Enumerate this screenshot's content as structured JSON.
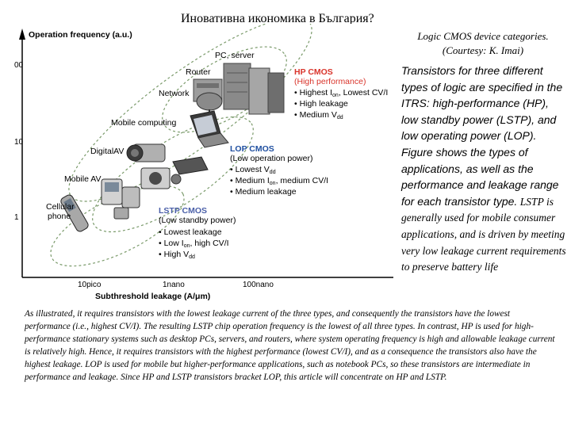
{
  "slide": {
    "title": "Иновативна икономика в България?"
  },
  "caption": {
    "line1": "Logic CMOS device categories.",
    "line2": "(Courtesy: K. Imai)"
  },
  "right_text": {
    "sans_part": "Transistors for three different types of logic are specified in the ITRS: high-performance (HP), low standby power (LSTP), and low operating power (LOP). Figure shows the types of applications, as well as the performance and leakage range for each transistor type.",
    "serif_part": "LSTP is generally used for mobile consumer applications, and is driven by meeting very low leakage current requirements to preserve battery life"
  },
  "bottom_text": "As illustrated, it requires transistors with the lowest leakage current of the three types, and consequently the transistors have the lowest performance (i.e., highest CV/I). The resulting LSTP chip operation frequency is the lowest of all three types. In contrast, HP is used for high-performance stationary systems such as desktop PCs, servers, and routers, where system operating frequency is high and allowable leakage current is relatively high. Hence, it requires transistors with the highest performance (lowest CV/I), and as a consequence the transistors also have the highest leakage. LOP is used for mobile but higher-performance applications, such as notebook PCs, so these transistors are intermediate in performance and leakage. Since HP and LSTP transistors bracket LOP, this article will concentrate on HP and LSTP.",
  "figure": {
    "y_axis_label": "Operation frequency (a.u.)",
    "x_axis_label": "Subthreshold leakage (A/μm)",
    "y_ticks": [
      "00",
      "10",
      "1"
    ],
    "x_ticks": [
      "10pico",
      "1nano",
      "100nano"
    ],
    "apps": [
      "PC, server",
      "Router",
      "Network",
      "Mobile computing",
      "DigitalAV",
      "Mobile AV",
      "Cellular",
      "phone"
    ],
    "hp": {
      "title": "HP CMOS",
      "subtitle": "(High performance)",
      "bullets": [
        "• Highest I",
        "• High leakage",
        "• Medium V"
      ]
    },
    "lop": {
      "title": "LOP CMOS",
      "subtitle": "(Low operation power)",
      "bullets": [
        "• Lowest V",
        "• Medium I",
        "• Medium leakage"
      ]
    },
    "lstp": {
      "title": "LSTP CMOS",
      "subtitle": "(Low standby power)",
      "bullets": [
        "• Lowest leakage",
        "• Low I",
        "• High V"
      ]
    },
    "sub": {
      "on": "on",
      "dd": "dd"
    },
    "hp_bullet1_tail": ", Lowest CV/I",
    "lop_bullet2_tail": ", medium CV/I",
    "lstp_bullet2_tail": ", high CV/I",
    "colors": {
      "hp": "#d9342b",
      "lop": "#1f4fa0",
      "lstp": "#4a5fa8",
      "ellipse": "#7a9a6a"
    }
  }
}
